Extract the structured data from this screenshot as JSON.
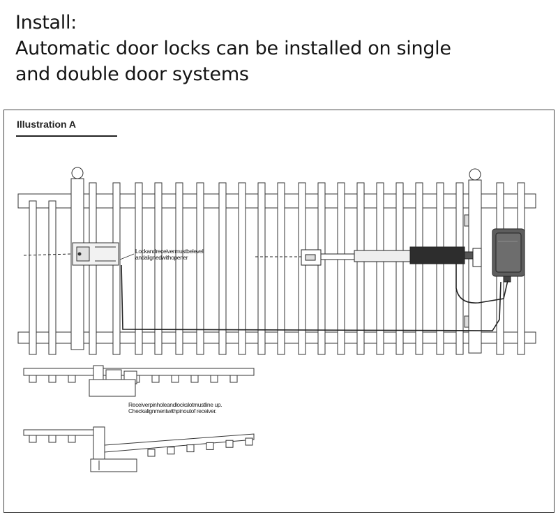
{
  "heading": {
    "line1": "Install:",
    "line2": "Automatic door locks can be installed on single",
    "line3": "and double door systems"
  },
  "illustration": {
    "title": "Illustration A",
    "note_level": {
      "line1": "Lockandreceivermustbelevel",
      "line2": "andalignedwithopener"
    },
    "note_align": {
      "line1": "Receiverpinholeandlockslotmustline up.",
      "line2": "Checkalignmentwithpinoutof receiver."
    }
  }
}
